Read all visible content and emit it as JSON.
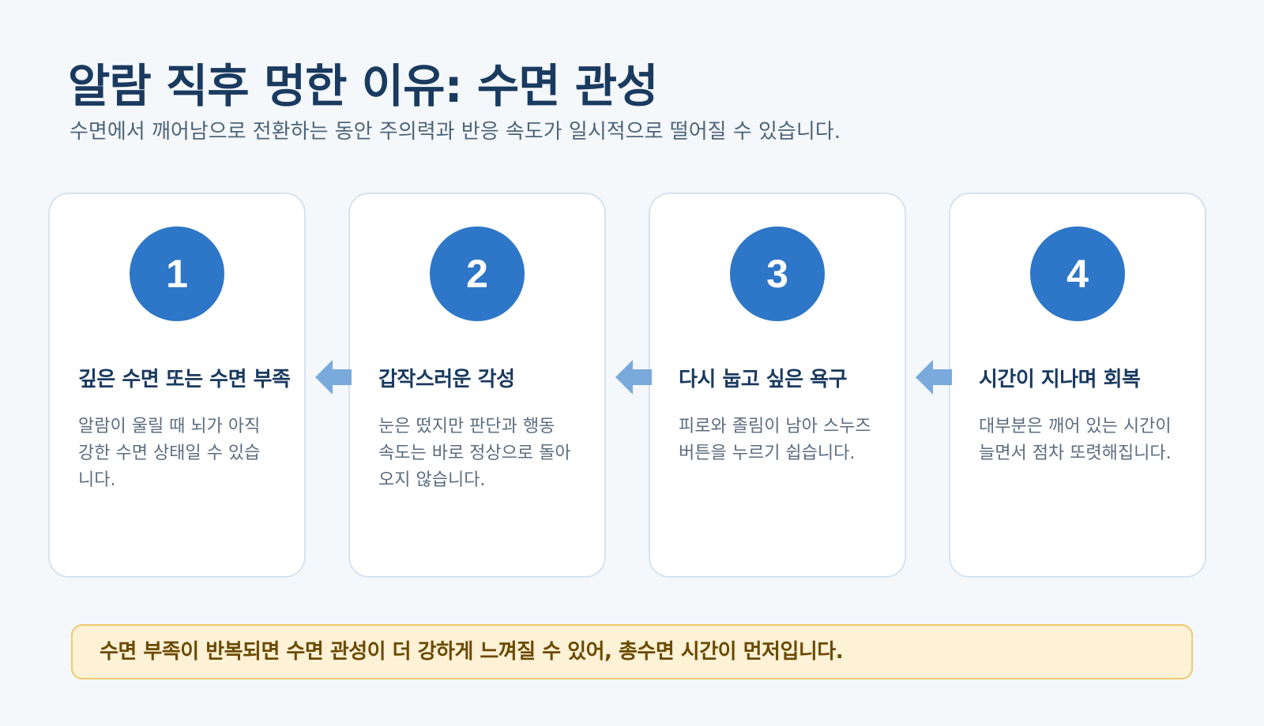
{
  "header": {
    "title": "알람 직후 멍한 이유: 수면 관성",
    "subtitle": "수면에서 깨어남으로 전환하는 동안 주의력과 반응 속도가 일시적으로 떨어질 수 있습니다."
  },
  "steps": [
    {
      "number": "1",
      "title": "깊은 수면 또는 수면 부족",
      "description": "알람이 울릴 때 뇌가 아직 강한 수면 상태일 수 있습니다."
    },
    {
      "number": "2",
      "title": "갑작스러운 각성",
      "description": "눈은 떴지만 판단과 행동 속도는 바로 정상으로 돌아오지 않습니다."
    },
    {
      "number": "3",
      "title": "다시 눕고 싶은 욕구",
      "description": "피로와 졸림이 남아 스누즈 버튼을 누르기 쉽습니다."
    },
    {
      "number": "4",
      "title": "시간이 지나며 회복",
      "description": "대부분은 깨어 있는 시간이 늘면서 점차 또렷해집니다."
    }
  ],
  "note": {
    "text": "수면 부족이 반복되면 수면 관성이 더 강하게 느껴질 수 있어, 총수면 시간이 먼저입니다."
  },
  "colors": {
    "accent": "#2e76c7",
    "arrow": "#7aa9dc",
    "title": "#1a3a5f",
    "note_bg": "#fdf1d6",
    "note_border": "#efc870",
    "note_text": "#6b4a00"
  }
}
